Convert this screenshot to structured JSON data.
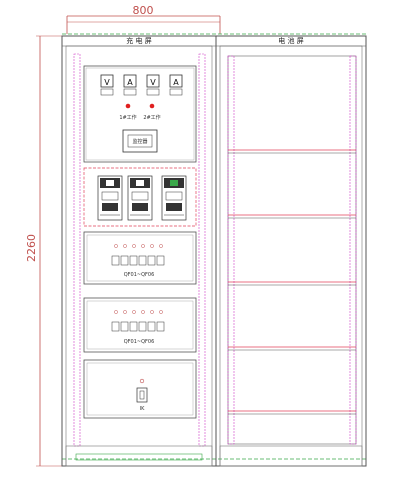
{
  "dimensions": {
    "width_label": "800",
    "height_label": "2260"
  },
  "cabinets": {
    "left_title": "充 电 屏",
    "right_title": "电 池 屏"
  },
  "meters": [
    {
      "symbol": "V"
    },
    {
      "symbol": "A"
    },
    {
      "symbol": "V"
    },
    {
      "symbol": "A"
    }
  ],
  "indicators": [
    {
      "label": "1#工作"
    },
    {
      "label": "2#工作"
    }
  ],
  "monitor": {
    "label": "监控器"
  },
  "branch_panels": [
    {
      "label": "QF01~QF06"
    },
    {
      "label": "QF01~QF06"
    }
  ],
  "bottom_panel": {
    "label": "IK"
  },
  "colors": {
    "frame": "#555555",
    "dimension": "#c0504d",
    "rail": "#d040c8",
    "shelf": "#e0405a",
    "guide": "#3aa84a"
  }
}
